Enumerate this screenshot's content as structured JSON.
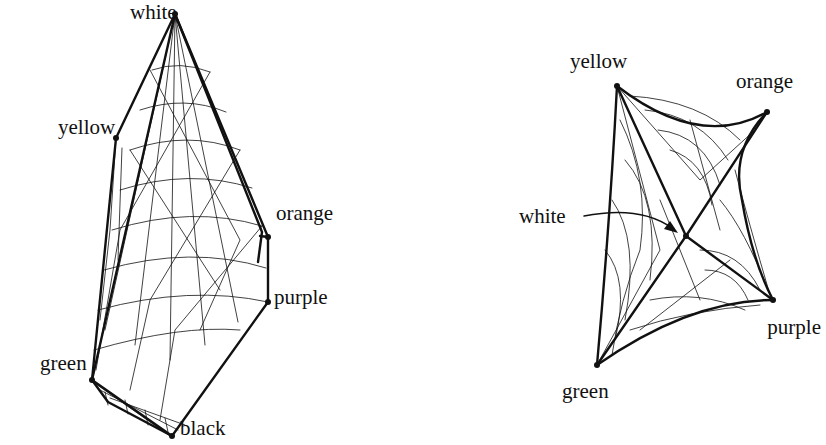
{
  "diagram": {
    "labels": [
      "white",
      "yellow",
      "orange",
      "purple",
      "green",
      "black",
      "yellow",
      "orange",
      "white",
      "purple",
      "green"
    ]
  }
}
